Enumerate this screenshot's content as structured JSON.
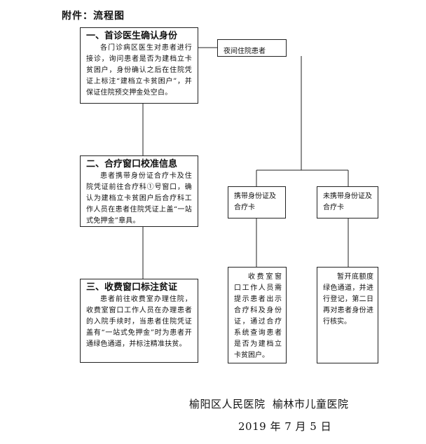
{
  "heading": "附件：流程图",
  "steps": [
    {
      "title": "一、首诊医生确认身份",
      "body": "各门诊病区医生对患者进行接诊，询问患者是否为建档立卡贫困户，身份确认之后在住院凭证上标注“建档立卡贫困户”，并保证住院预交押金处空白。"
    },
    {
      "title": "二、合疗窗口校准信息",
      "body": "患者携带身份证合疗卡及住院凭证前往合疗科①号窗口，确认为建档立卡贫困户后合疗科工作人员在患者住院凭证上盖“一站式免押金”章具。"
    },
    {
      "title": "三、收费窗口标注贫证",
      "body": "患者前往收费室办理住院，收费室窗口工作人员在办理患者的入院手续时，当患者住院凭证盖有“一站式免押金”时为患者开通绿色通道，并标注精准扶贫。"
    }
  ],
  "side": {
    "night_label": "夜间住院患者",
    "with_card_label": "携带身份证及合疗卡",
    "without_card_label": "未携带身份证及合疗卡",
    "with_card_body": "收费室窗口工作人员需提示患者出示合疗科及身份证，通过合疗系统查询患者是否为建档立卡贫困户。",
    "without_card_body": "暂开底额度绿色通道，并进行登记，第二日再对患者身份进行核实。"
  },
  "footer": {
    "org": "榆阳区人民医院  榆林市儿童医院",
    "date": "2019 年 7 月 5 日"
  }
}
